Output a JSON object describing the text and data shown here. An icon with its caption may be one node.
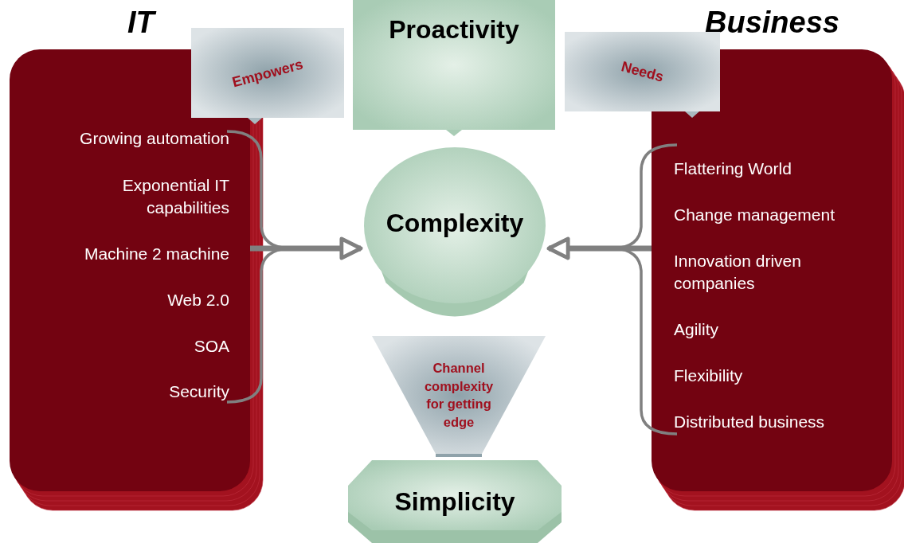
{
  "diagram": {
    "nodes": [
      {
        "text": [
          "IT",
          "Growing automation",
          "Exponential IT capabilities",
          "Machine 2 machine",
          "Web 2.0",
          "SOA",
          "Security"
        ]
      },
      {
        "text": [
          "Empowers"
        ]
      },
      {
        "text": [
          "Proactivity"
        ]
      },
      {
        "text": [
          "Needs"
        ]
      },
      {
        "text": [
          "Business",
          "Flattering World",
          "Change management",
          "Innovation driven companies",
          "Agility",
          "Flexibility",
          "Distributed business"
        ]
      },
      {
        "text": [
          "Complexity"
        ]
      },
      {
        "text": [
          "Channel complexity for getting edge"
        ]
      },
      {
        "text": [
          "Simplicity"
        ]
      }
    ],
    "edges": [
      {
        "from": 0,
        "to": 5,
        "arrow": "to"
      },
      {
        "from": 4,
        "to": 5,
        "arrow": "to"
      }
    ]
  }
}
